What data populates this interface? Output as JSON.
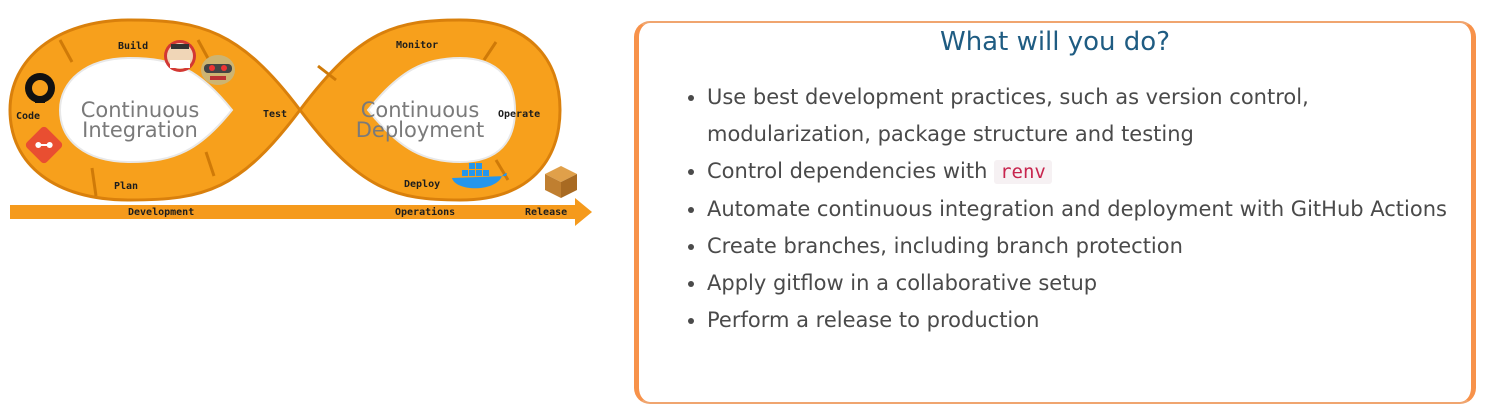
{
  "diagram": {
    "left_loop_title": [
      "Continuous",
      "Integration"
    ],
    "right_loop_title": [
      "Continuous",
      "Deployment"
    ],
    "stages": {
      "code": "Code",
      "build": "Build",
      "test": "Test",
      "plan": "Plan",
      "monitor": "Monitor",
      "operate": "Operate",
      "deploy": "Deploy"
    },
    "arrow": {
      "development": "Development",
      "operations": "Operations",
      "release": "Release"
    },
    "icons": [
      "github-icon",
      "git-icon",
      "jenkins-icon",
      "travis-icon",
      "docker-icon",
      "package-box-icon"
    ],
    "colors": {
      "loop": "#f7a01c",
      "loop_dark": "#e88d10",
      "arrow": "#f59a1c"
    }
  },
  "panel": {
    "title": "What will you do?",
    "items": [
      {
        "text": "Use best development practices, such as version control, modularization, package structure and testing"
      },
      {
        "text": "Control dependencies with ",
        "code": "renv"
      },
      {
        "text": "Automate continuous integration and deployment with GitHub Actions"
      },
      {
        "text": "Create branches, including branch protection"
      },
      {
        "text": "Apply gitflow in a collaborative setup"
      },
      {
        "text": "Perform a release to production"
      }
    ],
    "colors": {
      "border": "#f7924a",
      "title": "#1f5c82",
      "code": "#c7254e"
    }
  }
}
